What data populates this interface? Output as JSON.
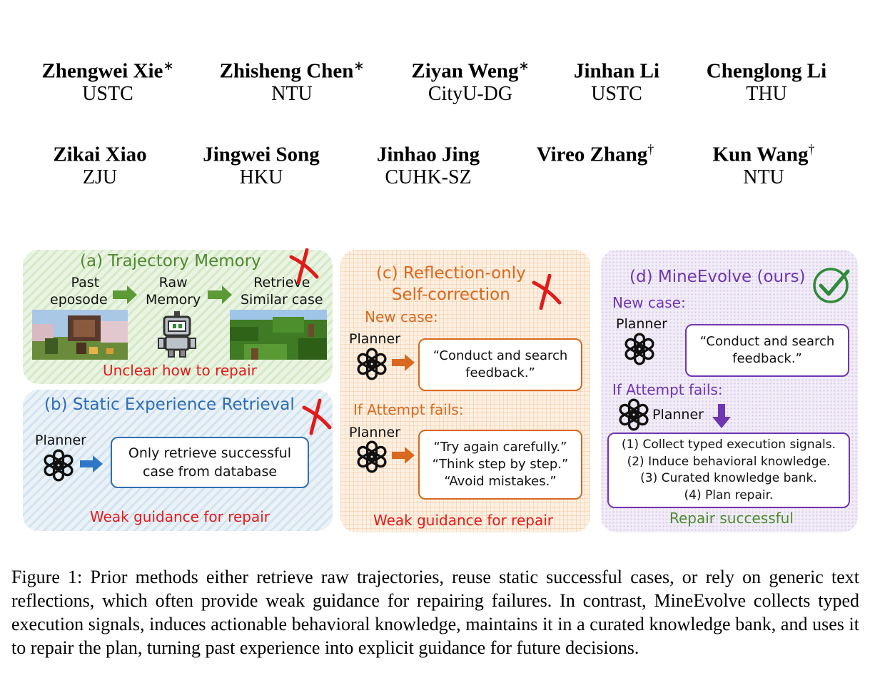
{
  "authors": [
    {
      "name": "Zhengwei Xie",
      "mark": "∗",
      "affil": "USTC"
    },
    {
      "name": "Zhisheng Chen",
      "mark": "∗",
      "affil": "NTU"
    },
    {
      "name": "Ziyan Weng",
      "mark": "∗",
      "affil": "CityU-DG"
    },
    {
      "name": "Jinhan Li",
      "mark": "",
      "affil": "USTC"
    },
    {
      "name": "Chenglong Li",
      "mark": "",
      "affil": "THU"
    },
    {
      "name": "Zikai Xiao",
      "mark": "",
      "affil": "ZJU"
    },
    {
      "name": "Jingwei Song",
      "mark": "",
      "affil": "HKU"
    },
    {
      "name": "Jinhao Jing",
      "mark": "",
      "affil": "CUHK-SZ"
    },
    {
      "name": "Vireo Zhang",
      "mark": "†",
      "affil": ""
    },
    {
      "name": "Kun Wang",
      "mark": "†",
      "affil": "NTU"
    }
  ],
  "figure": {
    "panel_a": {
      "title": "(a) Trajectory Memory",
      "step1_l1": "Past",
      "step1_l2": "eposode",
      "step2_l1": "Raw",
      "step2_l2": "Memory",
      "step3_l1": "Retrieve",
      "step3_l2": "Similar case",
      "footer": "Unclear how to repair"
    },
    "panel_b": {
      "title": "(b) Static Experience Retrieval",
      "planner": "Planner",
      "box_l1": "Only retrieve successful",
      "box_l2": "case from database",
      "footer": "Weak guidance for repair"
    },
    "panel_c": {
      "title_l1": "(c) Reflection-only",
      "title_l2": "Self-correction",
      "new_case": "New case:",
      "planner1": "Planner",
      "box1_l1": "“Conduct and search",
      "box1_l2": "feedback.”",
      "if_fails": "If Attempt fails:",
      "planner2": "Planner",
      "box2_l1": "“Try again carefully.”",
      "box2_l2": "“Think step by step.”",
      "box2_l3": "“Avoid mistakes.”",
      "footer": "Weak guidance for repair"
    },
    "panel_d": {
      "title": "(d) MineEvolve (ours)",
      "new_case": "New case:",
      "planner1": "Planner",
      "box1_l1": "“Conduct and search",
      "box1_l2": "feedback.”",
      "if_fails": "If Attempt fails:",
      "planner2": "Planner",
      "step1": "(1) Collect typed execution signals.",
      "step2": "(2) Induce behavioral knowledge.",
      "step3": "(3) Curated knowledge bank.",
      "step4": "(4) Plan repair.",
      "footer": "Repair successful"
    },
    "colors": {
      "green": "#4e8a2f",
      "blue": "#2e6db4",
      "orange": "#d8691f",
      "purple": "#6f35b3",
      "red": "#e11b1b"
    }
  },
  "caption": "Figure 1: Prior methods either retrieve raw trajectories, reuse static successful cases, or rely on generic text reflections, which often provide weak guidance for repairing failures. In contrast, MineEvolve collects typed execution signals, induces actionable behavioral knowledge, maintains it in a curated knowledge bank, and uses it to repair the plan, turning past experience into explicit guidance for future decisions."
}
